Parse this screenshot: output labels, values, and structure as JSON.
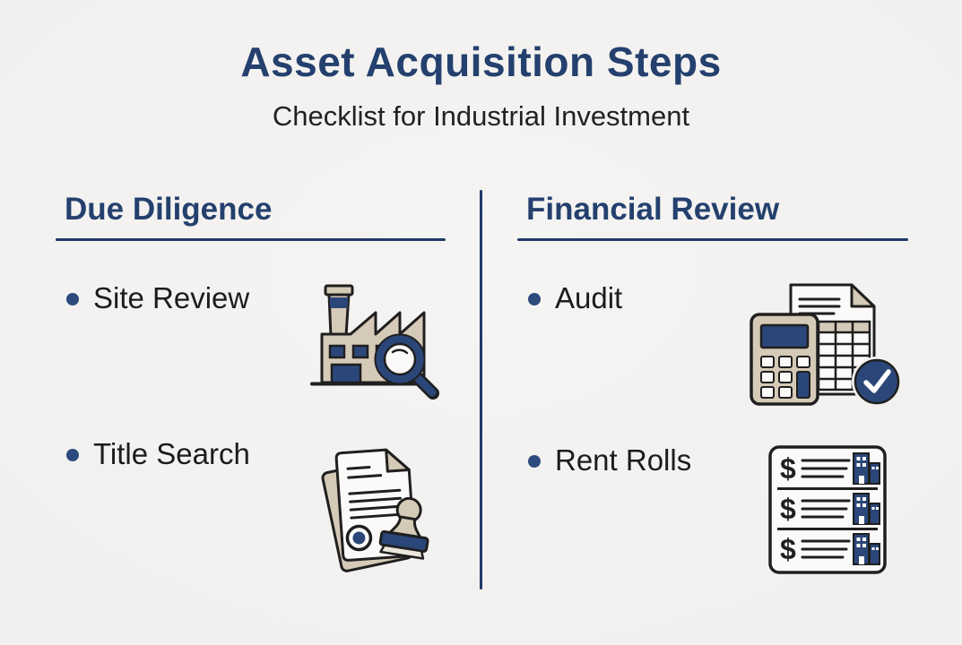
{
  "header": {
    "title": "Asset Acquisition Steps",
    "subtitle": "Checklist for Industrial Investment"
  },
  "columns": [
    {
      "header": "Due Diligence",
      "items": [
        {
          "label": "Site Review",
          "icon": "factory-magnifier-icon"
        },
        {
          "label": "Title Search",
          "icon": "documents-stamp-icon"
        }
      ]
    },
    {
      "header": "Financial Review",
      "items": [
        {
          "label": "Audit",
          "icon": "calculator-document-check-icon"
        },
        {
          "label": "Rent Rolls",
          "icon": "rent-roll-list-icon"
        }
      ]
    }
  ],
  "icons": {
    "rent_rolls": {
      "dollar_sign": "$"
    }
  },
  "colors": {
    "background": "#f2f1ef",
    "heading_navy": "#24406e",
    "divider_navy": "#1e3a69",
    "body_text": "#1c1c1e",
    "bullet_navy": "#2d4a7d",
    "icon_tan": "#d5cab7",
    "icon_navy": "#2b4779",
    "icon_outline": "#1f1f1f",
    "icon_paper": "#fbfaf8"
  }
}
